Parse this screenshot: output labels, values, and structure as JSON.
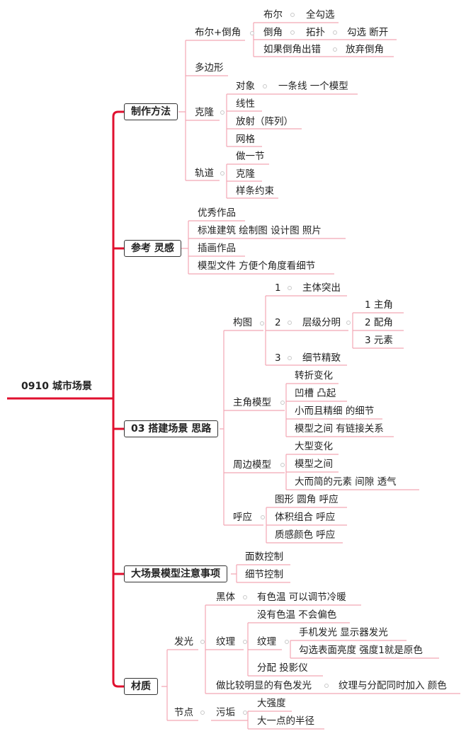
{
  "root": "0910  城市场景",
  "main": [
    {
      "label": "制作方法"
    },
    {
      "label": "参考 灵感"
    },
    {
      "label": "03 搭建场景 思路"
    },
    {
      "label": "大场景模型注意事项"
    },
    {
      "label": "材质"
    }
  ],
  "sec1": {
    "buer_daojiao": "布尔+倒角",
    "buer": "布尔",
    "quangouxuan": "全勾选",
    "daojiao": "倒角",
    "tuopu": "拓扑",
    "gouxuan_duankai": "勾选 断开",
    "ruguo": "如果倒角出错",
    "fangqi": "放弃倒角",
    "duobianxing": "多边形",
    "kelong": "克隆",
    "duixiang": "对象",
    "yitiaoxian": "一条线  一个模型",
    "xianxing": "线性",
    "fangshe": "放射（阵列）",
    "wangge": "网格",
    "guidao": "轨道",
    "zuoyijie": "做一节",
    "kelong2": "克隆",
    "yangtiao": "样条约束"
  },
  "sec2": {
    "items": [
      "优秀作品",
      "标准建筑   绘制图  设计图  照片",
      "插画作品",
      "模型文件   方便个角度看细节"
    ]
  },
  "sec3": {
    "goutu": "构图",
    "n1": "1",
    "zhuti": "主体突出",
    "n2": "2",
    "cengji": "层级分明",
    "c1": "1  主角",
    "c2": "2  配角",
    "c3": "3  元素",
    "n3": "3",
    "xijie": "细节精致",
    "zhujiao": "主角模型",
    "zhujiao_items": [
      "转折变化",
      "凹槽  凸起",
      "小而且精细 的细节",
      "模型之间 有链接关系"
    ],
    "zhoubian": "周边模型",
    "zhoubian_items": [
      "大型变化",
      "模型之间",
      "大而简的元素   间隙   透气"
    ],
    "huying": "呼应",
    "huying_items": [
      "图形 圆角 呼应",
      "体积组合  呼应",
      "质感颜色 呼应"
    ]
  },
  "sec4": {
    "items": [
      "面数控制",
      "细节控制"
    ]
  },
  "sec5": {
    "faguang": "发光",
    "heiti": "黑体",
    "youseweng": "有色温  可以调节冷暖",
    "wenli": "纹理",
    "meiyou": "没有色温  不会偏色",
    "wenli2": "纹理",
    "shouji": "手机发光   显示器发光",
    "gouxuan": "勾选表面亮度    强度1就是原色",
    "fenpei": "分配  投影仪",
    "zuobi": "做比较明显的有色发光",
    "wenli_fenpei": "纹理与分配同时加入 颜色",
    "jiedian": "节点",
    "wugou": "污垢",
    "daqiangdu": "大强度",
    "dayidian": "大一点的半径"
  },
  "colors": {
    "branch": "#e0102f",
    "connector": "#f2a7b5",
    "node_border": "#333333"
  }
}
